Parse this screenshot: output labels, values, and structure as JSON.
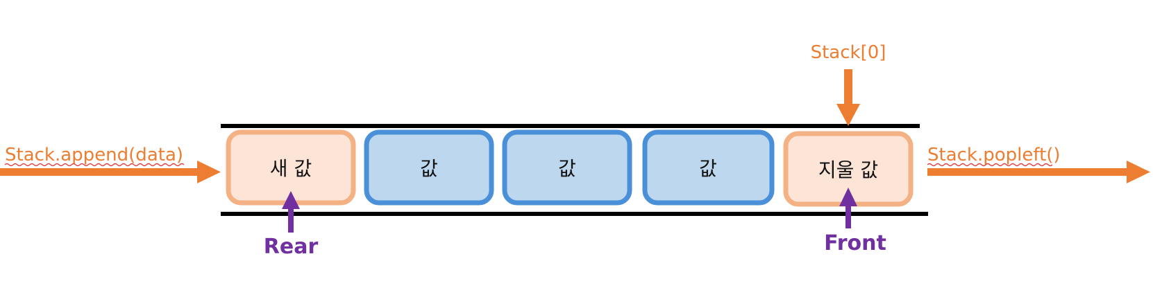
{
  "colors": {
    "orange": "#ED7D31",
    "purple": "#7030A0",
    "rail": "#000000",
    "endpoint_fill": "#FCE4D6",
    "endpoint_border": "#F4B183",
    "middle_fill": "#BDD7EE",
    "middle_border": "#4A90D9"
  },
  "labels": {
    "append": "Stack.append(data)",
    "popleft": "Stack.popleft()",
    "index": "Stack[0]",
    "rear": "Rear",
    "front": "Front"
  },
  "cells": [
    {
      "text": "새 값",
      "kind": "endpoint"
    },
    {
      "text": "값",
      "kind": "middle"
    },
    {
      "text": "값",
      "kind": "middle"
    },
    {
      "text": "값",
      "kind": "middle"
    },
    {
      "text": "지울 값",
      "kind": "endpoint"
    }
  ]
}
